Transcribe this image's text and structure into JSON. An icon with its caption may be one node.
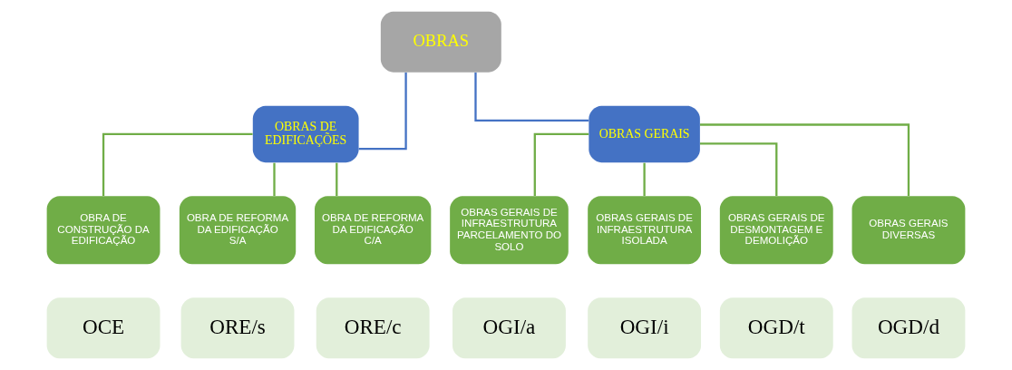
{
  "diagram": {
    "nodes": [
      {
        "text": [
          "OBRAS"
        ]
      },
      {
        "text": [
          "OBRAS DE EDIFICAÇÕES"
        ]
      },
      {
        "text": [
          "OBRAS GERAIS"
        ]
      },
      {
        "text": [
          "OBRA DE CONSTRUÇÃO DA EDIFICAÇÃO"
        ]
      },
      {
        "text": [
          "OBRA DE REFORMA DA EDIFICAÇÃO S/A"
        ]
      },
      {
        "text": [
          "OBRA DE REFORMA DA EDIFICAÇÃO C/A"
        ]
      },
      {
        "text": [
          "OBRAS GERAIS DE INFRAESTRUTURA PARCELAMENTO DO SOLO"
        ]
      },
      {
        "text": [
          "OBRAS GERAIS DE INFRAESTRUTURA ISOLADA"
        ]
      },
      {
        "text": [
          "OBRAS GERAIS DE DESMONTAGEM E DEMOLIÇÃO"
        ]
      },
      {
        "text": [
          "OBRAS GERAIS DIVERSAS"
        ]
      },
      {
        "text": [
          "OCE"
        ]
      },
      {
        "text": [
          "ORE/s"
        ]
      },
      {
        "text": [
          "ORE/c"
        ]
      },
      {
        "text": [
          "OGI/a"
        ]
      },
      {
        "text": [
          "OGI/i"
        ]
      },
      {
        "text": [
          "OGD/t"
        ]
      },
      {
        "text": [
          "OGD/d"
        ]
      }
    ],
    "edges": [
      {
        "from": 0,
        "to": 1,
        "arrow": "none",
        "color": "#4472c4"
      },
      {
        "from": 0,
        "to": 2,
        "arrow": "none",
        "color": "#4472c4"
      },
      {
        "from": 1,
        "to": 3,
        "arrow": "none"
      },
      {
        "from": 1,
        "to": 4,
        "arrow": "none"
      },
      {
        "from": 1,
        "to": 5,
        "arrow": "none"
      },
      {
        "from": 2,
        "to": 6,
        "arrow": "none"
      },
      {
        "from": 2,
        "to": 7,
        "arrow": "none"
      },
      {
        "from": 2,
        "to": 8,
        "arrow": "none"
      },
      {
        "from": 2,
        "to": 9,
        "arrow": "none"
      }
    ]
  }
}
